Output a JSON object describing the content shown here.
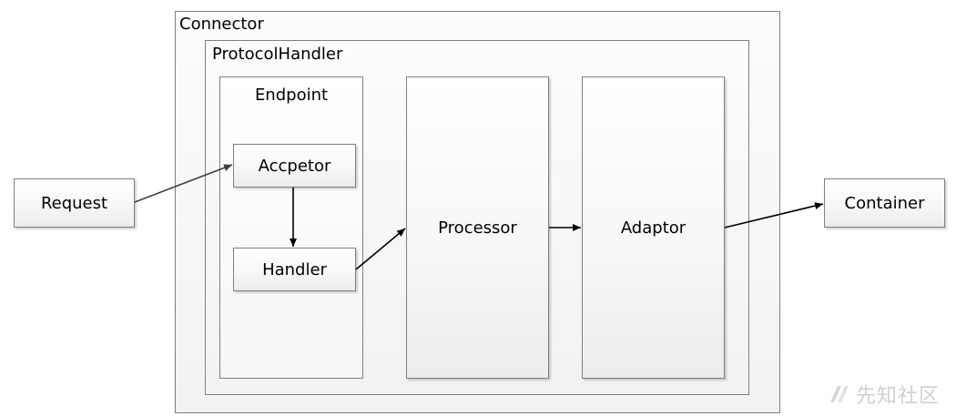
{
  "connector": {
    "label": "Connector"
  },
  "protocol_handler": {
    "label": "ProtocolHandler"
  },
  "endpoint": {
    "label": "Endpoint"
  },
  "acceptor": {
    "label": "Accpetor"
  },
  "handler": {
    "label": "Handler"
  },
  "processor": {
    "label": "Processor"
  },
  "adaptor": {
    "label": "Adaptor"
  },
  "request": {
    "label": "Request"
  },
  "container": {
    "label": "Container"
  },
  "watermark": {
    "text": "先知社区"
  },
  "colors": {
    "border": "#7f7f7f",
    "arrow": "#000000",
    "watermark": "#d0d0d0"
  }
}
